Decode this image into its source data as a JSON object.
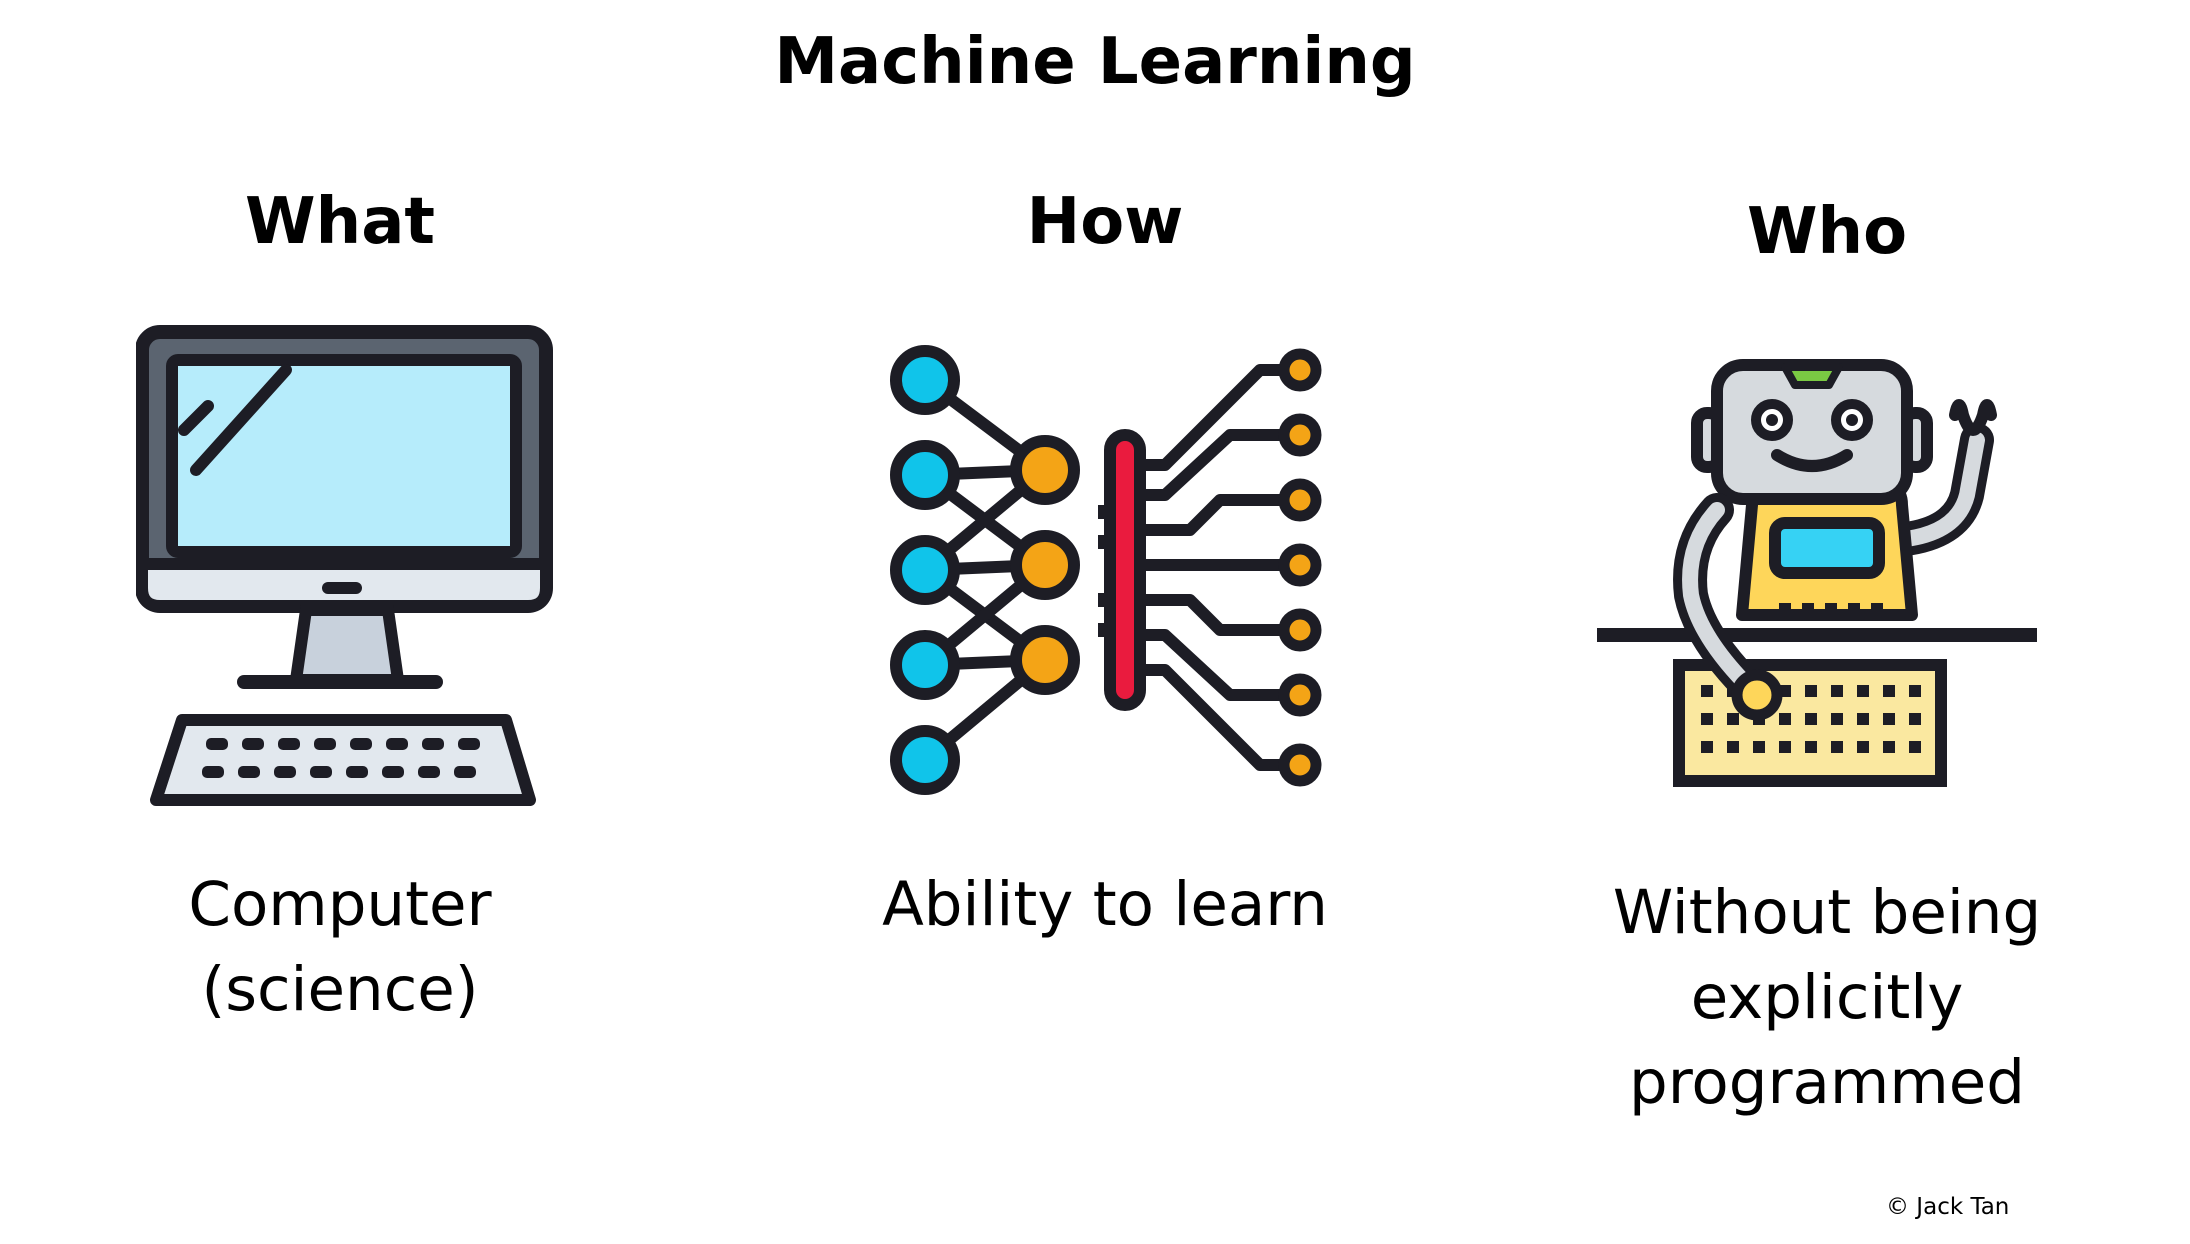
{
  "title": "Machine Learning",
  "columns": [
    {
      "heading": "What",
      "icon": "computer-icon",
      "caption_lines": [
        "Computer",
        "(science)"
      ]
    },
    {
      "heading": "How",
      "icon": "neural-network-icon",
      "caption_lines": [
        "Ability to learn"
      ]
    },
    {
      "heading": "Who",
      "icon": "robot-typing-icon",
      "caption_lines": [
        "Without being",
        "explicitly",
        "programmed"
      ]
    }
  ],
  "copyright": "© Jack Tan",
  "colors": {
    "outline": "#1d1d25",
    "screen": "#b6ecfb",
    "monitor_frame": "#5b6470",
    "monitor_base": "#c8d1dc",
    "node_blue": "#10c4ea",
    "node_orange": "#f4a416",
    "red_bar": "#ea1b3e",
    "robot_head": "#d6dade",
    "robot_body": "#fed65a",
    "keyboard": "#fae8a0"
  }
}
